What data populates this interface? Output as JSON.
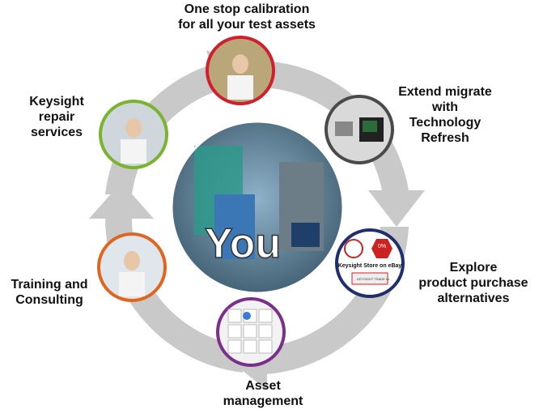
{
  "center": {
    "label": "You"
  },
  "nodes": [
    {
      "id": "calibration",
      "label_lines": [
        "One stop calibration",
        "for all your test assets"
      ],
      "ring_color": "#d0202e"
    },
    {
      "id": "technology-refresh",
      "label_lines": [
        "Extend  migrate",
        "with",
        "Technology",
        "Refresh"
      ],
      "ring_color": "#4a4a4a"
    },
    {
      "id": "purchase-alternatives",
      "label_lines": [
        "Explore",
        "product purchase",
        "alternatives"
      ],
      "ring_color": "#1f2f6e"
    },
    {
      "id": "asset-management",
      "label_lines": [
        "Asset",
        "management"
      ],
      "ring_color": "#7a2f8a"
    },
    {
      "id": "training",
      "label_lines": [
        "Training and",
        "Consulting"
      ],
      "ring_color": "#e0661f"
    },
    {
      "id": "repair",
      "label_lines": [
        "Keysight",
        "repair",
        "services"
      ],
      "ring_color": "#7ab32e"
    }
  ],
  "ebay": {
    "store_text": "Keysight Store on eBay",
    "badge_text": "0%",
    "trade_in_text": "KEYSIGHT TRADE IN"
  },
  "colors": {
    "arrow": "#c8c8c8"
  }
}
